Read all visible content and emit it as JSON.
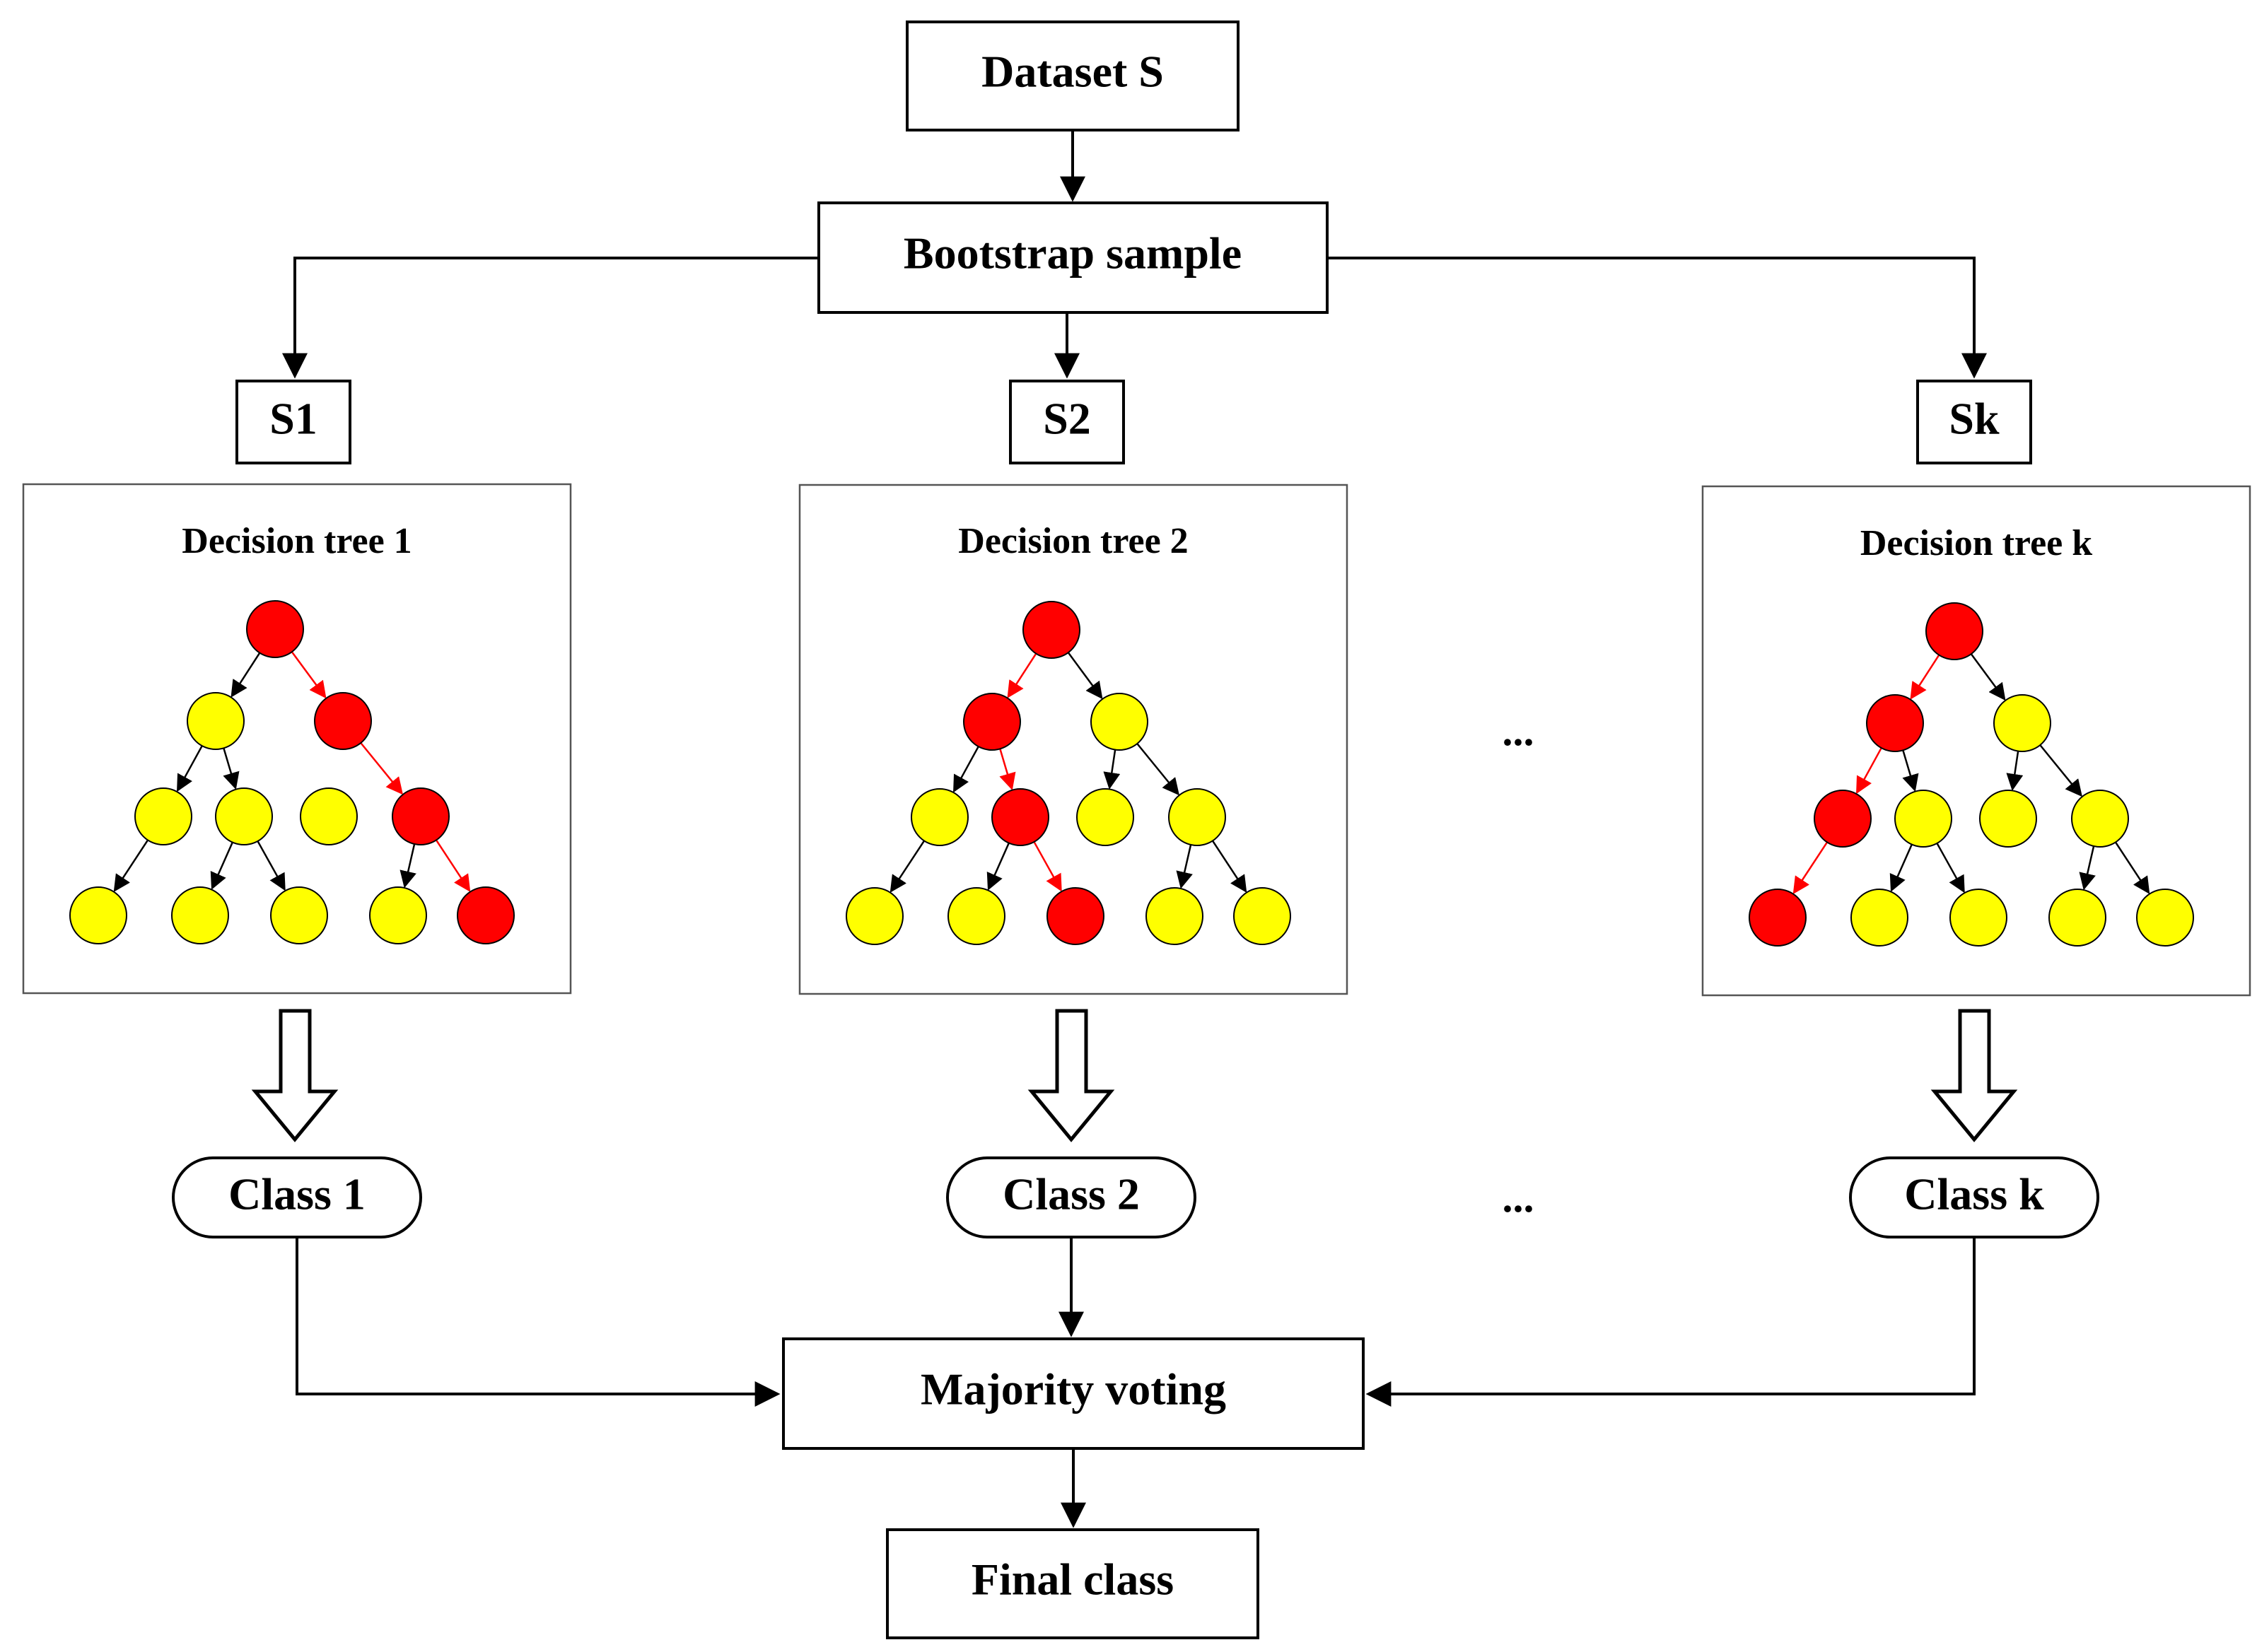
{
  "colors": {
    "path_node": "#ff0000",
    "other_node": "#ffff00",
    "path_edge": "#ff0000",
    "other_edge": "#000000",
    "line": "#000000",
    "background": "#ffffff"
  },
  "nodes": {
    "dataset": "Dataset S",
    "bootstrap": "Bootstrap sample",
    "majority": "Majority voting",
    "final": "Final class"
  },
  "samples": [
    "S1",
    "S2",
    "Sk"
  ],
  "trees": [
    {
      "title": "Decision tree 1",
      "class_label": "Class 1",
      "nodes": [
        {
          "id": "a",
          "path": true
        },
        {
          "id": "b",
          "path": false
        },
        {
          "id": "c",
          "path": true
        },
        {
          "id": "d",
          "path": false
        },
        {
          "id": "e",
          "path": false
        },
        {
          "id": "f",
          "path": false
        },
        {
          "id": "g",
          "path": true
        },
        {
          "id": "h",
          "path": false
        },
        {
          "id": "i",
          "path": false
        },
        {
          "id": "j",
          "path": false
        },
        {
          "id": "k",
          "path": false
        },
        {
          "id": "l",
          "path": true
        }
      ],
      "edges": [
        {
          "from": "a",
          "to": "b",
          "path": false
        },
        {
          "from": "a",
          "to": "c",
          "path": true
        },
        {
          "from": "b",
          "to": "d",
          "path": false
        },
        {
          "from": "b",
          "to": "e",
          "path": false
        },
        {
          "from": "c",
          "to": "g",
          "path": true
        },
        {
          "from": "d",
          "to": "h",
          "path": false
        },
        {
          "from": "e",
          "to": "i",
          "path": false
        },
        {
          "from": "e",
          "to": "j",
          "path": false
        },
        {
          "from": "g",
          "to": "k",
          "path": false
        },
        {
          "from": "g",
          "to": "l",
          "path": true
        }
      ]
    },
    {
      "title": "Decision tree 2",
      "class_label": "Class 2",
      "nodes": [
        {
          "id": "a",
          "path": true
        },
        {
          "id": "b",
          "path": true
        },
        {
          "id": "c",
          "path": false
        },
        {
          "id": "d",
          "path": false
        },
        {
          "id": "e",
          "path": true
        },
        {
          "id": "f",
          "path": false
        },
        {
          "id": "g",
          "path": false
        },
        {
          "id": "h",
          "path": false
        },
        {
          "id": "i",
          "path": false
        },
        {
          "id": "j",
          "path": true
        },
        {
          "id": "k",
          "path": false
        },
        {
          "id": "l",
          "path": false
        }
      ],
      "edges": [
        {
          "from": "a",
          "to": "b",
          "path": true
        },
        {
          "from": "a",
          "to": "c",
          "path": false
        },
        {
          "from": "b",
          "to": "d",
          "path": false
        },
        {
          "from": "b",
          "to": "e",
          "path": true
        },
        {
          "from": "c",
          "to": "f",
          "path": false
        },
        {
          "from": "c",
          "to": "g",
          "path": false
        },
        {
          "from": "d",
          "to": "h",
          "path": false
        },
        {
          "from": "e",
          "to": "i",
          "path": false
        },
        {
          "from": "e",
          "to": "j",
          "path": true
        },
        {
          "from": "g",
          "to": "k",
          "path": false
        },
        {
          "from": "g",
          "to": "l",
          "path": false
        }
      ]
    },
    {
      "title": "Decision tree k",
      "class_label": "Class k",
      "nodes": [
        {
          "id": "a",
          "path": true
        },
        {
          "id": "b",
          "path": true
        },
        {
          "id": "c",
          "path": false
        },
        {
          "id": "d",
          "path": true
        },
        {
          "id": "e",
          "path": false
        },
        {
          "id": "f",
          "path": false
        },
        {
          "id": "g",
          "path": false
        },
        {
          "id": "h",
          "path": true
        },
        {
          "id": "i",
          "path": false
        },
        {
          "id": "j",
          "path": false
        },
        {
          "id": "k",
          "path": false
        },
        {
          "id": "l",
          "path": false
        }
      ],
      "edges": [
        {
          "from": "a",
          "to": "b",
          "path": true
        },
        {
          "from": "a",
          "to": "c",
          "path": false
        },
        {
          "from": "b",
          "to": "d",
          "path": true
        },
        {
          "from": "b",
          "to": "e",
          "path": false
        },
        {
          "from": "c",
          "to": "f",
          "path": false
        },
        {
          "from": "c",
          "to": "g",
          "path": false
        },
        {
          "from": "d",
          "to": "h",
          "path": true
        },
        {
          "from": "e",
          "to": "i",
          "path": false
        },
        {
          "from": "e",
          "to": "j",
          "path": false
        },
        {
          "from": "g",
          "to": "k",
          "path": false
        },
        {
          "from": "g",
          "to": "l",
          "path": false
        }
      ]
    }
  ],
  "ellipsis": [
    "...",
    "..."
  ]
}
